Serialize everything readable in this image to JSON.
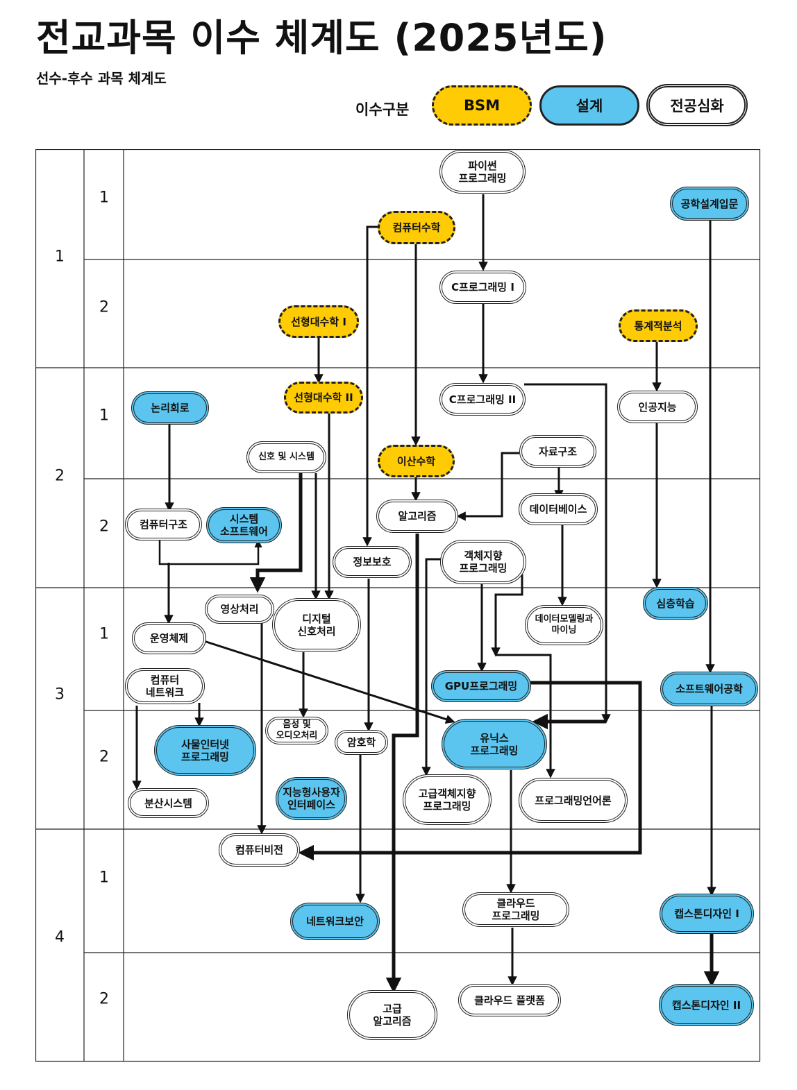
{
  "header": {
    "title": "전교과목 이수 체계도 (2025년도)",
    "subtitle": "선수-후수 과목 체계도"
  },
  "legend": {
    "label": "이수구분",
    "items": [
      {
        "label": "BSM",
        "color": "#fecb05",
        "style": "dashed"
      },
      {
        "label": "설계",
        "color": "#5bc5ef",
        "style": "solid"
      },
      {
        "label": "전공심화",
        "color": "#ffffff",
        "style": "double"
      }
    ]
  },
  "grid": {
    "years": [
      "1",
      "2",
      "3",
      "4"
    ],
    "semesters": [
      "1",
      "2",
      "1",
      "2",
      "1",
      "2",
      "1",
      "2"
    ]
  },
  "courses": {
    "python": "파이썬\n프로그래밍",
    "eng_design_intro": "공학설계입문",
    "computer_math": "컴퓨터수학",
    "c_prog_1": "C프로그래밍 I",
    "linear_alg_1": "선형대수학 I",
    "statistics": "통계적분석",
    "logic_circuit": "논리회로",
    "linear_alg_2": "선형대수학 II",
    "c_prog_2": "C프로그래밍 II",
    "ai": "인공지능",
    "signals": "신호 및 시스템",
    "discrete_math": "이산수학",
    "data_structure": "자료구조",
    "comp_arch": "컴퓨터구조",
    "system_sw": "시스템\n소프트웨어",
    "algorithm": "알고리즘",
    "database": "데이터베이스",
    "info_security": "정보보호",
    "oop": "객체지향\n프로그래밍",
    "image_processing": "영상처리",
    "digital_signal": "디지털\n신호처리",
    "deep_learning": "심층학습",
    "os": "운영체제",
    "data_mining": "데이터모델링과\n마이닝",
    "networks": "컴퓨터\n네트워크",
    "gpu_prog": "GPU프로그래밍",
    "software_eng": "소프트웨어공학",
    "iot_prog": "사물인터넷\n프로그래밍",
    "audio_processing": "음성 및\n오디오처리",
    "cryptography": "암호학",
    "unix_prog": "유닉스\n프로그래밍",
    "distributed_sys": "분산시스템",
    "intelligent_ui": "지능형사용자\n인터페이스",
    "adv_oop": "고급객체지향\n프로그래밍",
    "prog_lang": "프로그래밍언어론",
    "computer_vision": "컴퓨터비전",
    "cloud_prog": "클라우드\n프로그래밍",
    "network_security": "네트워크보안",
    "capstone_1": "캡스톤디자인 I",
    "adv_algorithm": "고급\n알고리즘",
    "cloud_platform": "클라우드 플랫폼",
    "capstone_2": "캡스톤디자인 II"
  }
}
